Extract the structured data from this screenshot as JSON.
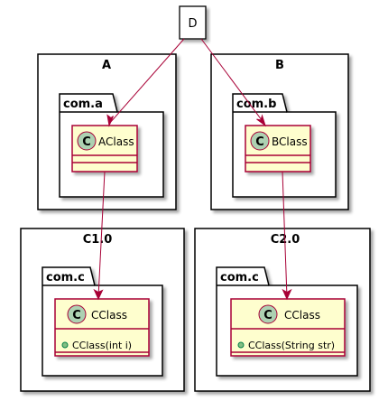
{
  "node_d": "D",
  "components": [
    {
      "title": "A",
      "package": "com.a",
      "class": {
        "name": "AClass",
        "members": []
      }
    },
    {
      "title": "B",
      "package": "com.b",
      "class": {
        "name": "BClass",
        "members": []
      }
    },
    {
      "title": "C1.0",
      "package": "com.c",
      "class": {
        "name": "CClass",
        "members": [
          "CClass(int i)"
        ]
      }
    },
    {
      "title": "C2.0",
      "package": "com.c",
      "class": {
        "name": "CClass",
        "members": [
          "CClass(String str)"
        ]
      }
    }
  ],
  "class_stereotype_letter": "C",
  "member_visibility_icon": "public-circle-icon",
  "colors": {
    "class_fill": "#FEFECE",
    "class_border": "#A80036",
    "arrow": "#A80036",
    "stereotype_circle": "#ADD1B2",
    "member_dot": "#84BE84",
    "shadow": "#C8C8C8"
  }
}
